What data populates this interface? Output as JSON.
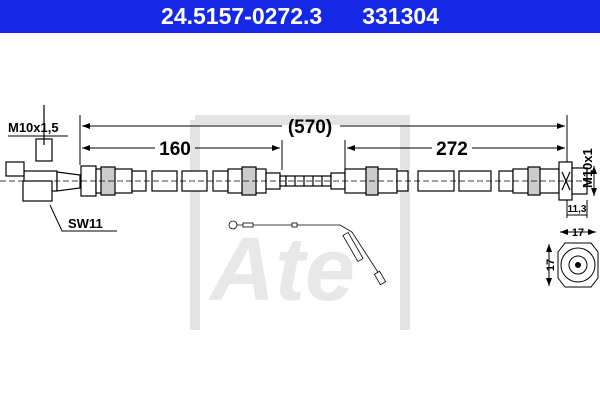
{
  "header": {
    "part_number": "24.5157-0272.3",
    "code": "331304",
    "background_color": "#1428e6"
  },
  "dimensions": {
    "thread_left": "M10x1,5",
    "wrench_size": "SW11",
    "overall_length": "(570)",
    "left_section": "160",
    "right_section": "272",
    "thread_right": "M10x1",
    "fitting_length": "11,3",
    "hex_width": "17",
    "hex_height": "17"
  },
  "watermark": {
    "logo_text": "Ate",
    "color": "#e6e6e6"
  }
}
